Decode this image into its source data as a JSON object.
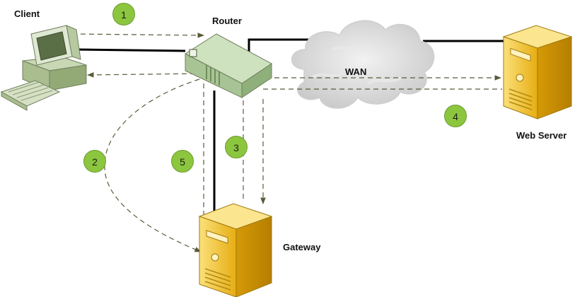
{
  "nodes": {
    "client": "Client",
    "router": "Router",
    "wan": "WAN",
    "web_server": "Web Server",
    "gateway": "Gateway"
  },
  "steps": [
    "1",
    "2",
    "3",
    "4",
    "5"
  ],
  "colors": {
    "step_fill": "#8cc63f",
    "server_fill": "#f2c12e",
    "router_fill": "#b9d3a6",
    "cloud_fill": "#d7d7d7",
    "dash_line": "#5a5a3a",
    "link_line": "#000000"
  },
  "icons": {
    "client": "desktop-computer-icon",
    "router": "router-icon",
    "wan": "cloud-icon",
    "web_server": "server-tower-icon",
    "gateway": "server-tower-icon"
  }
}
